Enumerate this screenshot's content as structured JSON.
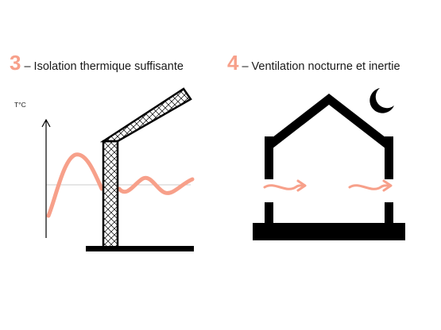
{
  "colors": {
    "accent": "#f7a08a",
    "ink": "#000000",
    "text": "#1a1a1a",
    "reference_line": "#cccccc"
  },
  "panel_3": {
    "number": "3",
    "title": "– Isolation thermique suffisante",
    "axis_label": "T°C"
  },
  "panel_4": {
    "number": "4",
    "title": "– Ventilation nocturne et inertie",
    "moon_icon": "crescent-moon"
  }
}
